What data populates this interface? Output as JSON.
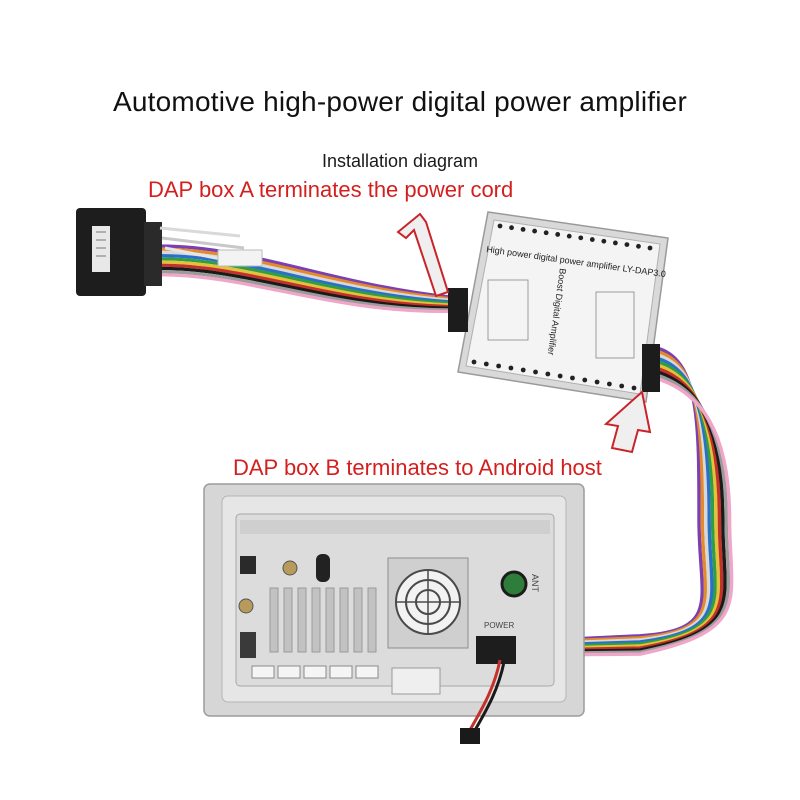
{
  "header": {
    "title": "Automotive high-power digital power amplifier",
    "subtitle": "Installation diagram"
  },
  "callouts": {
    "box_a": "DAP box A terminates the power cord",
    "box_b": "DAP box B terminates to Android host"
  },
  "amplifier": {
    "model_line": "High power digital power amplifier LY-DAP3.0",
    "side_label": "Boost Digital Amplifier"
  },
  "head_unit": {
    "ant_label": "ANT",
    "power_label": "POWER"
  },
  "colors": {
    "callout_red": "#d41f1f",
    "arrow_fill": "#efefef",
    "arrow_stroke": "#c8242a"
  },
  "wires": [
    "#7a3fb0",
    "#e48a2a",
    "#d8d8d8",
    "#2b6fcb",
    "#2f9e44",
    "#e2c23a",
    "#c4312b",
    "#1a1a1a",
    "#9b9b9b",
    "#f0a6c8"
  ]
}
